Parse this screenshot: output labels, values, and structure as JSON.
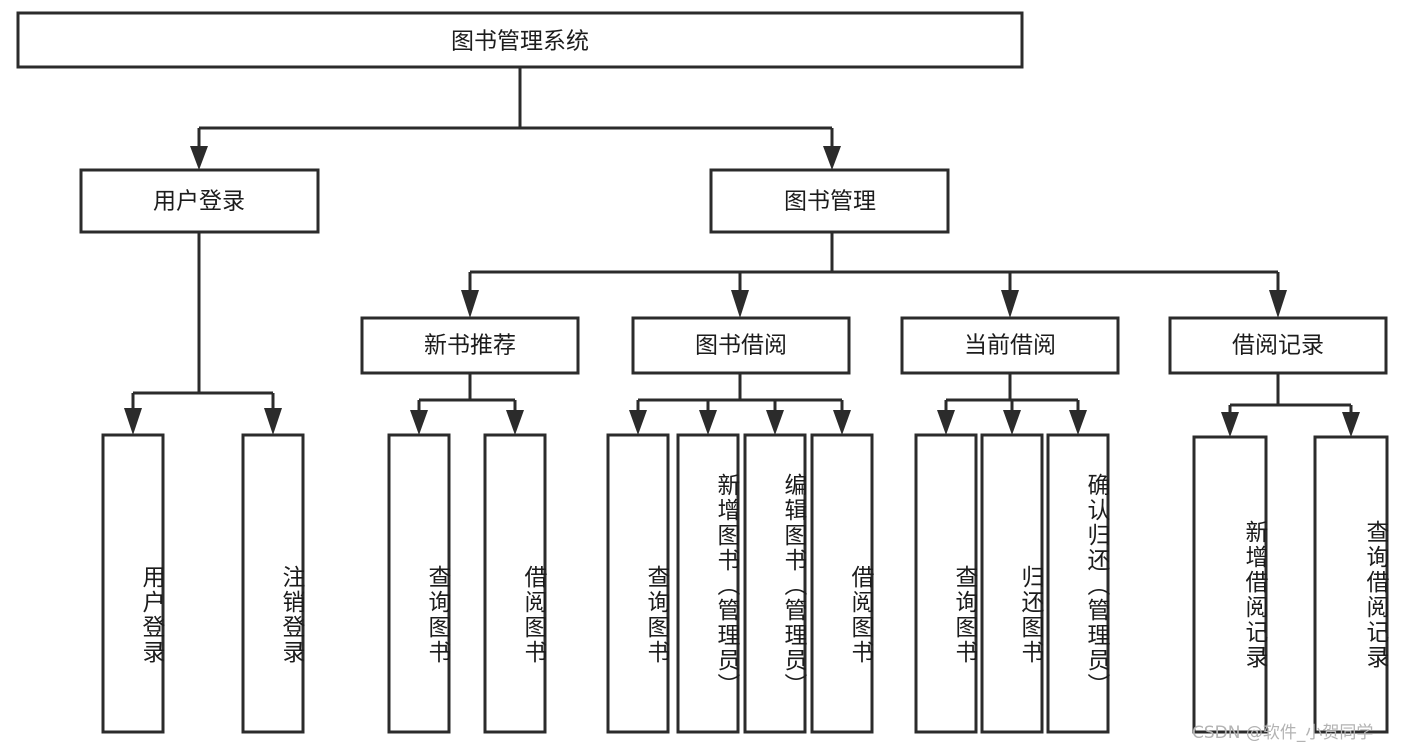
{
  "diagram": {
    "title": "图书管理系统",
    "type": "tree-hierarchy-chart",
    "orientation": "top-down",
    "colors": {
      "box_stroke": "#2b2b2b",
      "box_fill": "#ffffff",
      "connector": "#2b2b2b",
      "text": "#1c1c1c",
      "watermark": "#b3b3b3",
      "background": "#ffffff"
    },
    "nodes": {
      "root": {
        "label": "图书管理系统",
        "level": 1,
        "orientation": "horizontal"
      },
      "l2": [
        {
          "id": "user-login",
          "label": "用户登录",
          "level": 2,
          "orientation": "horizontal"
        },
        {
          "id": "book-manage",
          "label": "图书管理",
          "level": 2,
          "orientation": "horizontal"
        }
      ],
      "l3": [
        {
          "id": "new-book-rec",
          "label": "新书推荐",
          "level": 3,
          "orientation": "horizontal",
          "parent": "book-manage"
        },
        {
          "id": "book-borrow",
          "label": "图书借阅",
          "level": 3,
          "orientation": "horizontal",
          "parent": "book-manage"
        },
        {
          "id": "current-borrow",
          "label": "当前借阅",
          "level": 3,
          "orientation": "horizontal",
          "parent": "book-manage"
        },
        {
          "id": "borrow-record",
          "label": "借阅记录",
          "level": 3,
          "orientation": "horizontal",
          "parent": "book-manage"
        }
      ],
      "leaves": [
        {
          "id": "leaf-user-login",
          "label": "用户登录",
          "parent": "user-login",
          "orientation": "vertical"
        },
        {
          "id": "leaf-logout-login",
          "label": "注销登录",
          "parent": "user-login",
          "orientation": "vertical"
        },
        {
          "id": "leaf-query-book-rec",
          "label": "查询图书",
          "parent": "new-book-rec",
          "orientation": "vertical"
        },
        {
          "id": "leaf-borrow-book-rec",
          "label": "借阅图书",
          "parent": "new-book-rec",
          "orientation": "vertical"
        },
        {
          "id": "leaf-query-book-borrow",
          "label": "查询图书",
          "parent": "book-borrow",
          "orientation": "vertical"
        },
        {
          "id": "leaf-add-book",
          "label": "新增图书（管理员）",
          "parent": "book-borrow",
          "orientation": "vertical"
        },
        {
          "id": "leaf-edit-book",
          "label": "编辑图书（管理员）",
          "parent": "book-borrow",
          "orientation": "vertical"
        },
        {
          "id": "leaf-borrow-book",
          "label": "借阅图书",
          "parent": "book-borrow",
          "orientation": "vertical"
        },
        {
          "id": "leaf-query-book-cur",
          "label": "查询图书",
          "parent": "current-borrow",
          "orientation": "vertical"
        },
        {
          "id": "leaf-return-book",
          "label": "归还图书",
          "parent": "current-borrow",
          "orientation": "vertical"
        },
        {
          "id": "leaf-confirm-return",
          "label": "确认归还（管理员）",
          "parent": "current-borrow",
          "orientation": "vertical"
        },
        {
          "id": "leaf-add-record",
          "label": "新增借阅记录",
          "parent": "borrow-record",
          "orientation": "vertical"
        },
        {
          "id": "leaf-query-record",
          "label": "查询借阅记录",
          "parent": "borrow-record",
          "orientation": "vertical"
        }
      ]
    },
    "watermark": "CSDN @软件_小贺同学"
  }
}
